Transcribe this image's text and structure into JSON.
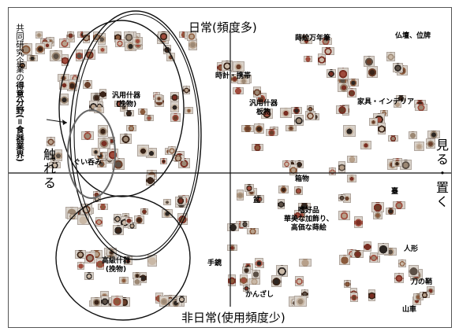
{
  "axes": {
    "top": "日常(頻度多)",
    "bottom": "非日常(使用頻度少)",
    "left": "触れる",
    "right": "見る・置く"
  },
  "side_note": {
    "normal": "共同研究企業の",
    "bold": "得意分野(=食器業界)"
  },
  "labels": {
    "makie": "蒔絵万年筆",
    "butsudan": "仏壇、位牌",
    "tokei": "時計・携帯",
    "hanyo_wan": "汎用什器\n(挽物)",
    "hanyo_ita": "汎用什器\n板物",
    "kagu": "家具・インテリア",
    "guinomi": "ぐい呑み",
    "hakomono": "箱物",
    "bon": "盆",
    "dai": "臺",
    "shikohin": "嗜好品\n華美な加飾り、\n高価な蒔絵",
    "koukyu": "高級什器\n(挽物)",
    "tekagami": "手鏡",
    "ningyo": "人形",
    "katana": "刀の鞘",
    "kanzashi": "かんざし",
    "dashi": "山車"
  },
  "colors": {
    "axis": "#111111",
    "frame": "#555555",
    "thumb_palette": [
      "#6b3f2a",
      "#8a5a3c",
      "#3a2418",
      "#b7a08a",
      "#a04b3c",
      "#5c5046",
      "#c9b8a6",
      "#7a2e22",
      "#2c2622",
      "#9c8874"
    ]
  }
}
